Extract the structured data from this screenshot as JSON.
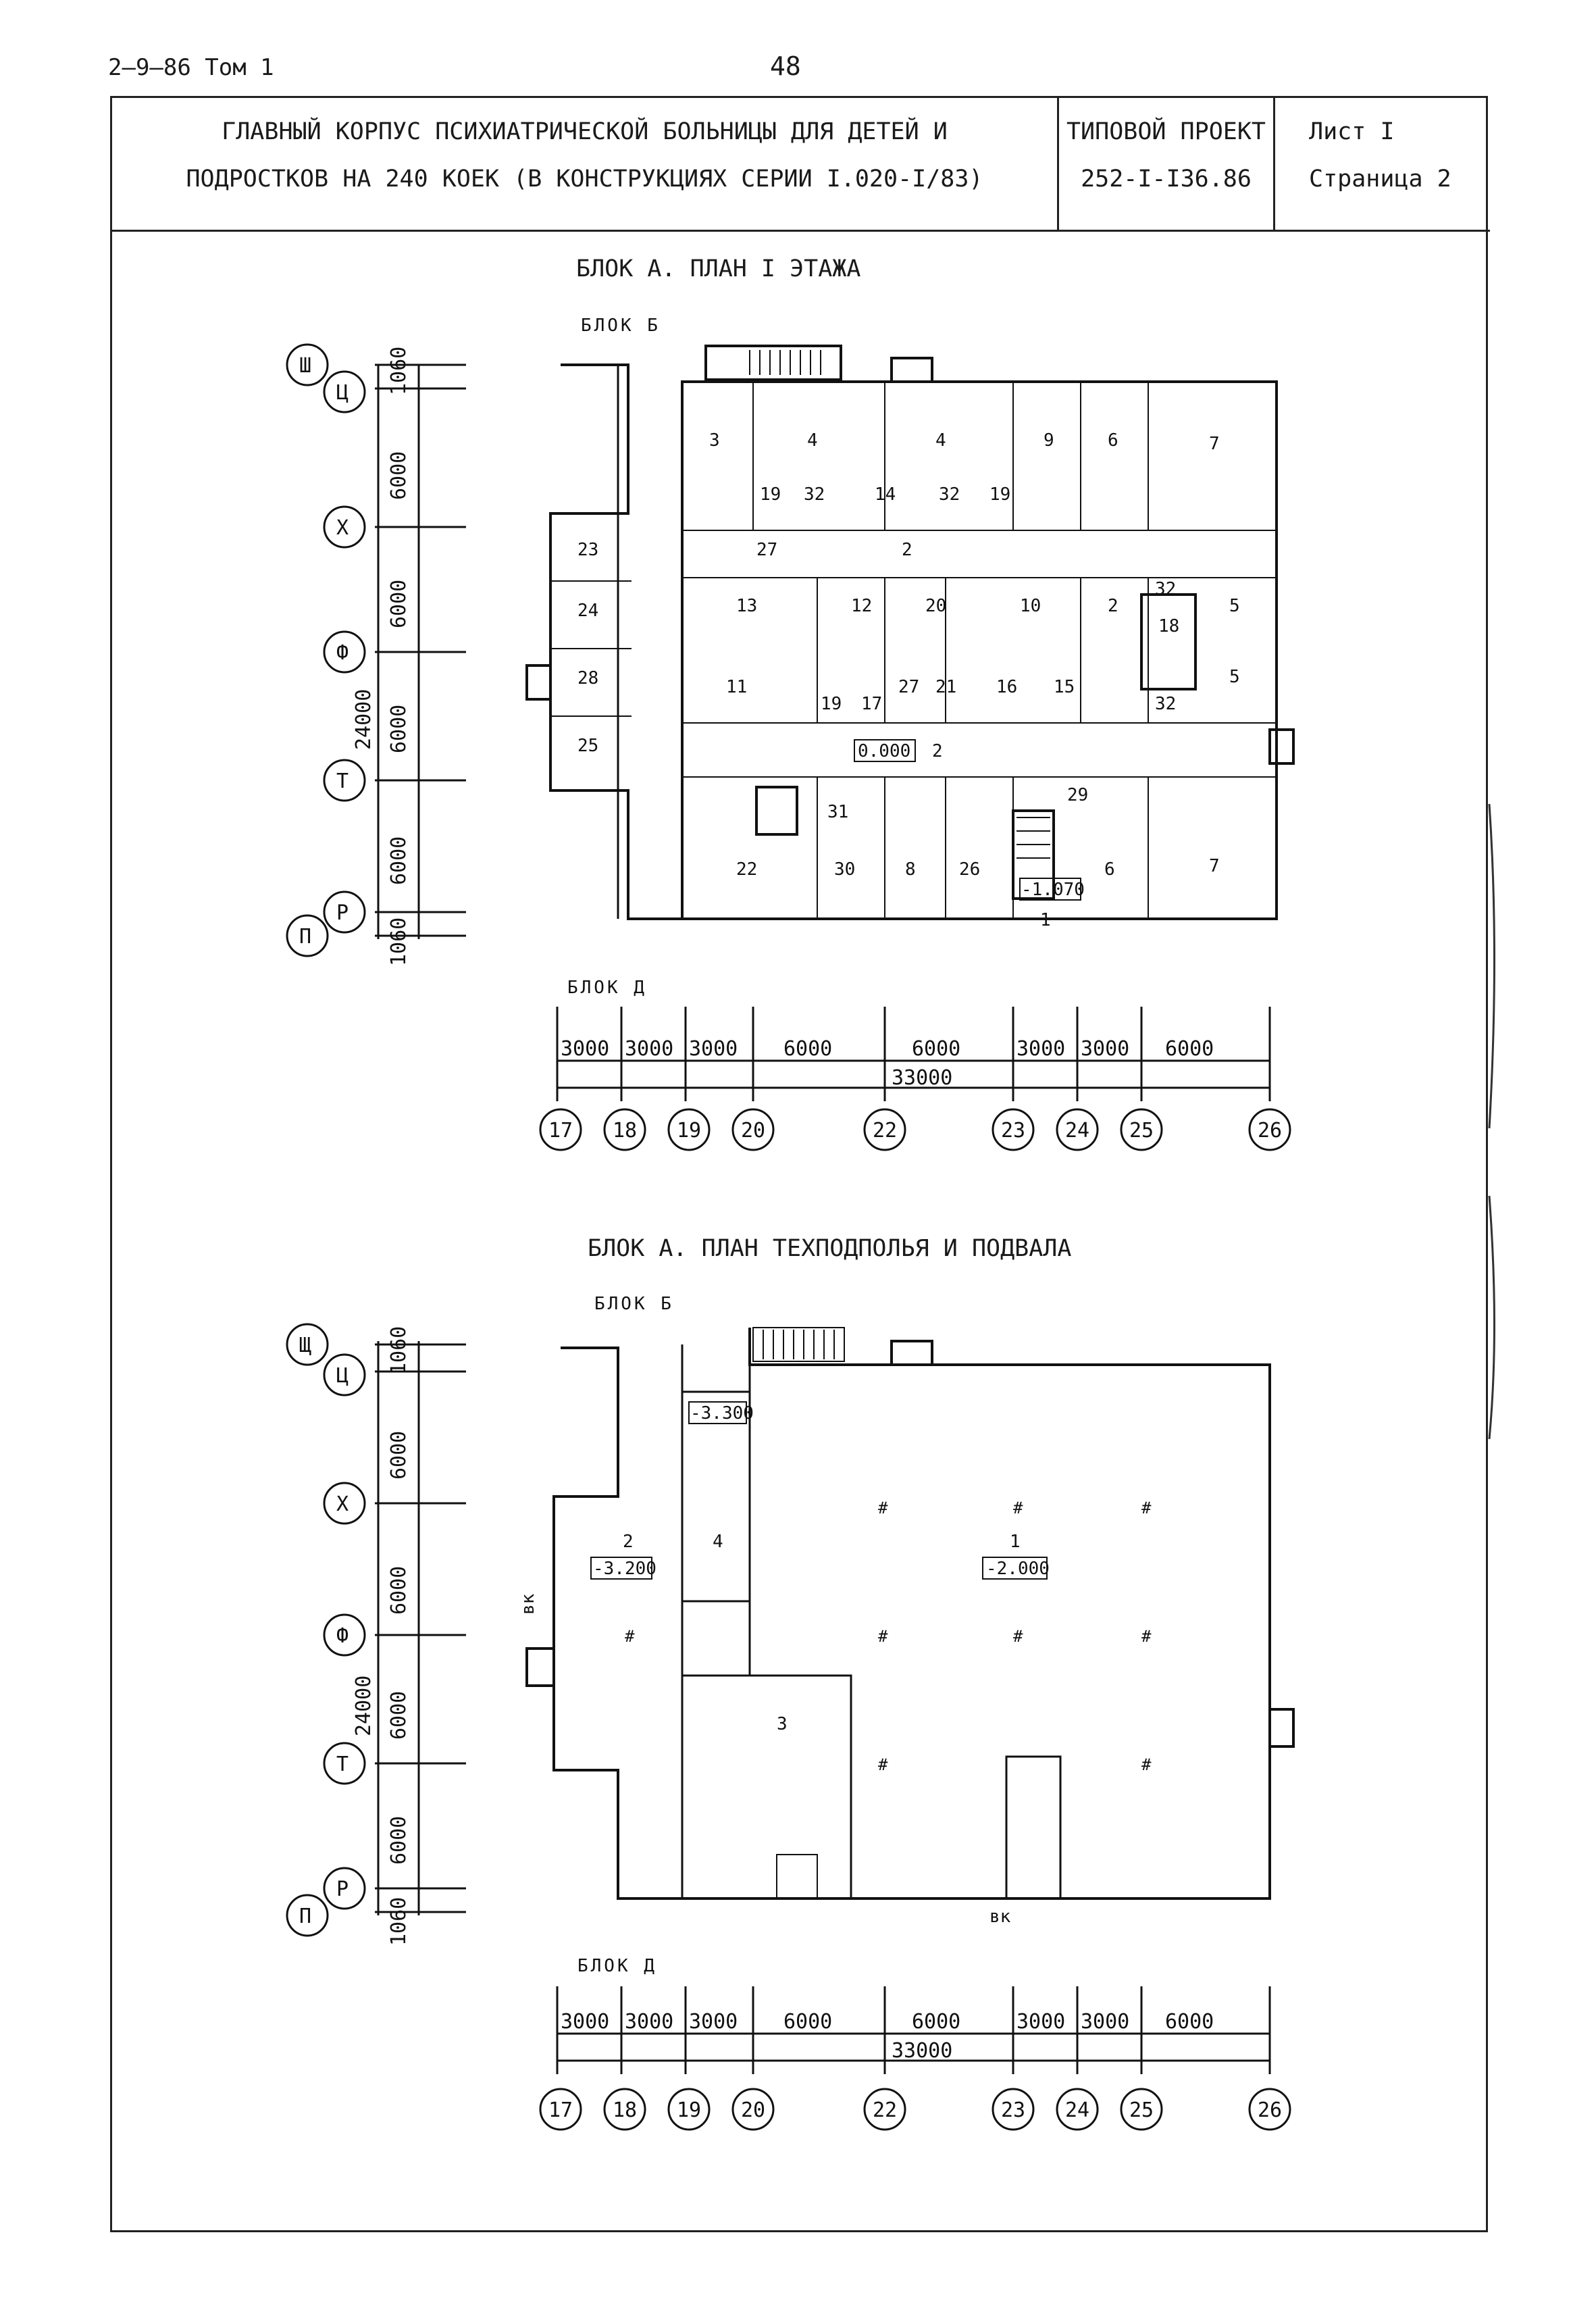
{
  "header": {
    "doc_ref": "2–9–86 Том 1",
    "page_number": "48"
  },
  "title_block": {
    "title_line1": "ГЛАВНЫЙ КОРПУС ПСИХИАТРИЧЕСКОЙ БОЛЬНИЦЫ ДЛЯ ДЕТЕЙ И",
    "title_line2": "ПОДРОСТКОВ НА 240 КОЕК (В КОНСТРУКЦИЯХ СЕРИИ I.020-I/83)",
    "project_label": "ТИПОВОЙ ПРОЕКТ",
    "project_number": "252-I-I36.86",
    "sheet": "Лист I",
    "page": "Страница 2"
  },
  "plans": [
    {
      "title": "БЛОК А. ПЛАН I ЭТАЖА",
      "block_top": "БЛОК Б",
      "block_bottom": "БЛОК Д",
      "row_axes": [
        "Ш",
        "Ц",
        "Х",
        "Ф",
        "Т",
        "Р",
        "П"
      ],
      "row_dims": [
        "1060",
        "6000",
        "6000",
        "6000",
        "6000",
        "1060"
      ],
      "row_total": "24000",
      "col_axes": [
        "17",
        "18",
        "19",
        "20",
        "22",
        "23",
        "24",
        "25",
        "26"
      ],
      "col_dims": [
        "3000",
        "3000",
        "3000",
        "6000",
        "6000",
        "3000",
        "3000",
        "6000"
      ],
      "col_total": "33000",
      "elevations": [
        "0.000",
        "-1.070"
      ],
      "rooms": [
        "3",
        "4",
        "4",
        "9",
        "6",
        "7",
        "19",
        "32",
        "14",
        "32",
        "19",
        "27",
        "2",
        "23",
        "24",
        "28",
        "25",
        "13",
        "12",
        "20",
        "10",
        "2",
        "32",
        "18",
        "5",
        "5",
        "11",
        "19",
        "17",
        "27",
        "21",
        "16",
        "15",
        "32",
        "2",
        "31",
        "29",
        "22",
        "30",
        "8",
        "26",
        "6",
        "7",
        "1"
      ]
    },
    {
      "title": "БЛОК А. ПЛАН ТЕХПОДПОЛЬЯ И ПОДВАЛА",
      "block_top": "БЛОК Б",
      "block_bottom": "БЛОК Д",
      "row_axes": [
        "Щ",
        "Ц",
        "Х",
        "Ф",
        "Т",
        "Р",
        "П"
      ],
      "row_dims": [
        "1060",
        "6000",
        "6000",
        "6000",
        "6000",
        "1060"
      ],
      "row_total": "24000",
      "col_axes": [
        "17",
        "18",
        "19",
        "20",
        "22",
        "23",
        "24",
        "25",
        "26"
      ],
      "col_dims": [
        "3000",
        "3000",
        "3000",
        "6000",
        "6000",
        "3000",
        "3000",
        "6000"
      ],
      "col_total": "33000",
      "elevations": [
        "-3.300",
        "-3.200",
        "-2.000"
      ],
      "rooms": [
        "2",
        "4",
        "1",
        "3"
      ],
      "notes": [
        "вк",
        "вк"
      ]
    }
  ]
}
